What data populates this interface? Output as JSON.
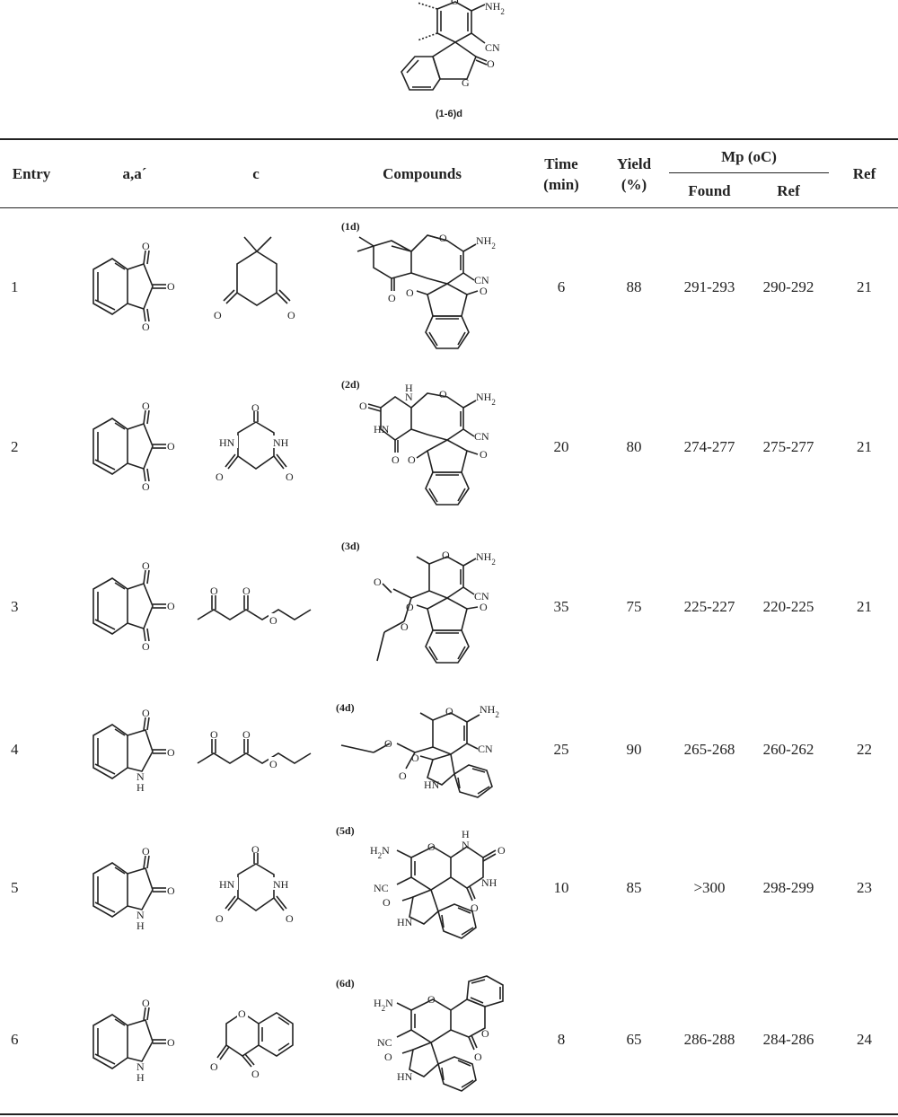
{
  "scheme": {
    "label": "(1-6)d",
    "atoms": {
      "nh2": "NH",
      "nh2_sub": "2",
      "cn": "CN",
      "o": "O",
      "g": "G"
    }
  },
  "table": {
    "headers": {
      "entry": "Entry",
      "aa": "a,a´",
      "c": "c",
      "compounds": "Compounds",
      "time": "Time",
      "time_unit": "(min)",
      "yield": "Yield",
      "yield_unit": "(%)",
      "mp": "Mp (oC)",
      "found": "Found",
      "mp_ref": "Ref",
      "ref": "Ref"
    },
    "rows": [
      {
        "entry": "1",
        "compound": "(1d)",
        "time": "6",
        "yield": "88",
        "found": "291-293",
        "mp_ref": "290-292",
        "ref": "21"
      },
      {
        "entry": "2",
        "compound": "(2d)",
        "time": "20",
        "yield": "80",
        "found": "274-277",
        "mp_ref": "275-277",
        "ref": "21"
      },
      {
        "entry": "3",
        "compound": "(3d)",
        "time": "35",
        "yield": "75",
        "found": "225-227",
        "mp_ref": "220-225",
        "ref": "21"
      },
      {
        "entry": "4",
        "compound": "(4d)",
        "time": "25",
        "yield": "90",
        "found": "265-268",
        "mp_ref": "260-262",
        "ref": "22"
      },
      {
        "entry": "5",
        "compound": "(5d)",
        "time": "10",
        "yield": "85",
        "found": ">300",
        "mp_ref": "298-299",
        "ref": "23"
      },
      {
        "entry": "6",
        "compound": "(6d)",
        "time": "8",
        "yield": "65",
        "found": "286-288",
        "mp_ref": "284-286",
        "ref": "24"
      }
    ],
    "atom_labels": {
      "o": "O",
      "nh": "NH",
      "hn": "HN",
      "n": "N",
      "h": "H",
      "nh2": "NH",
      "nh2_sub": "2",
      "h2n": "H",
      "h2n_tail": "N",
      "h2n_sub": "2",
      "cn": "CN",
      "nc": "NC"
    }
  }
}
